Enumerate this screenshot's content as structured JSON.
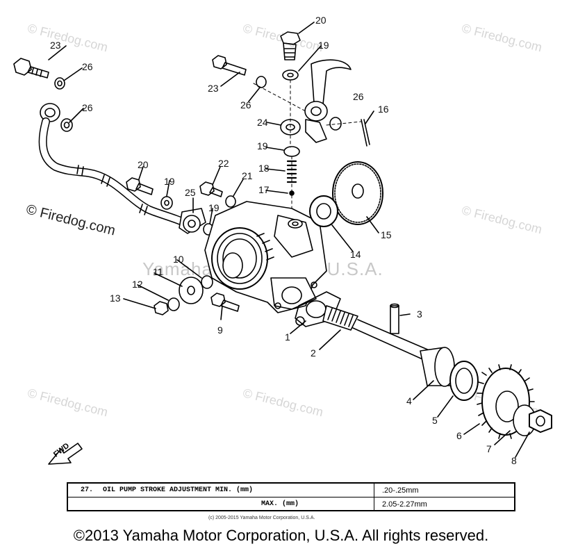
{
  "watermarks": {
    "corner": "© Firedog.com",
    "left": "© Firedog.com",
    "middle": "Yamaha Motor Corp, U.S.A."
  },
  "fwd_label": "FWD",
  "callouts": [
    "1",
    "2",
    "3",
    "4",
    "5",
    "6",
    "7",
    "8",
    "9",
    "10",
    "11",
    "12",
    "13",
    "14",
    "15",
    "16",
    "17",
    "18",
    "19",
    "20",
    "21",
    "22",
    "23",
    "24",
    "25",
    "26"
  ],
  "spec_table": {
    "row1": {
      "number": "27.",
      "description": "OIL PUMP STROKE ADJUSTMENT MIN. (mm)",
      "value": ".20-.25mm"
    },
    "row2": {
      "label": "MAX. (mm)",
      "value": "2.05-2.27mm"
    }
  },
  "small_copyright": "(c) 2005-2015 Yamaha Motor Corporation, U.S.A.",
  "footer_copyright": "©2013 Yamaha Motor Corporation, U.S.A. All rights reserved."
}
